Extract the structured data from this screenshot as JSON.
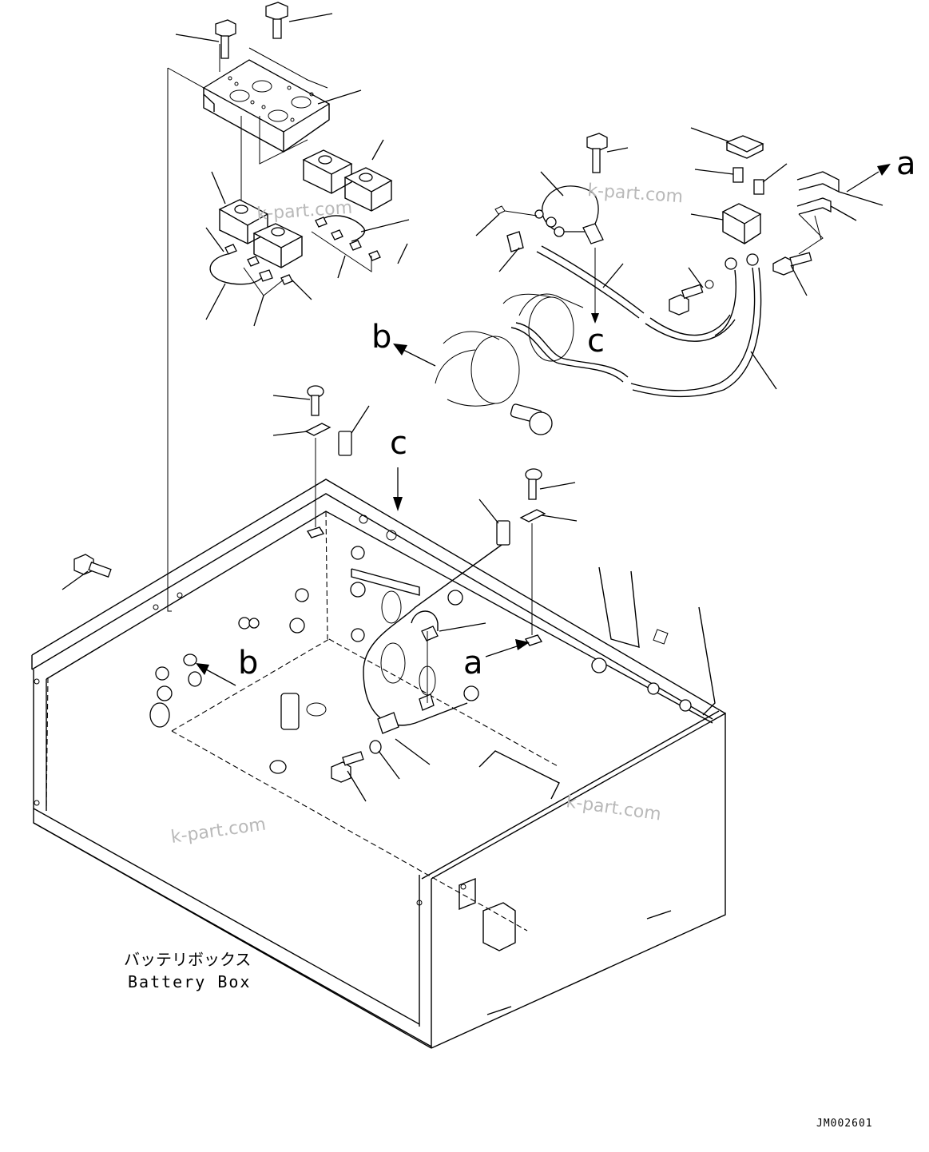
{
  "caption": {
    "japanese": "バッテリボックス",
    "english": "Battery Box"
  },
  "drawing_code": "JM002601",
  "watermark": "k-part.com",
  "reference_letters": {
    "a": "a",
    "b": "b",
    "c": "c"
  }
}
